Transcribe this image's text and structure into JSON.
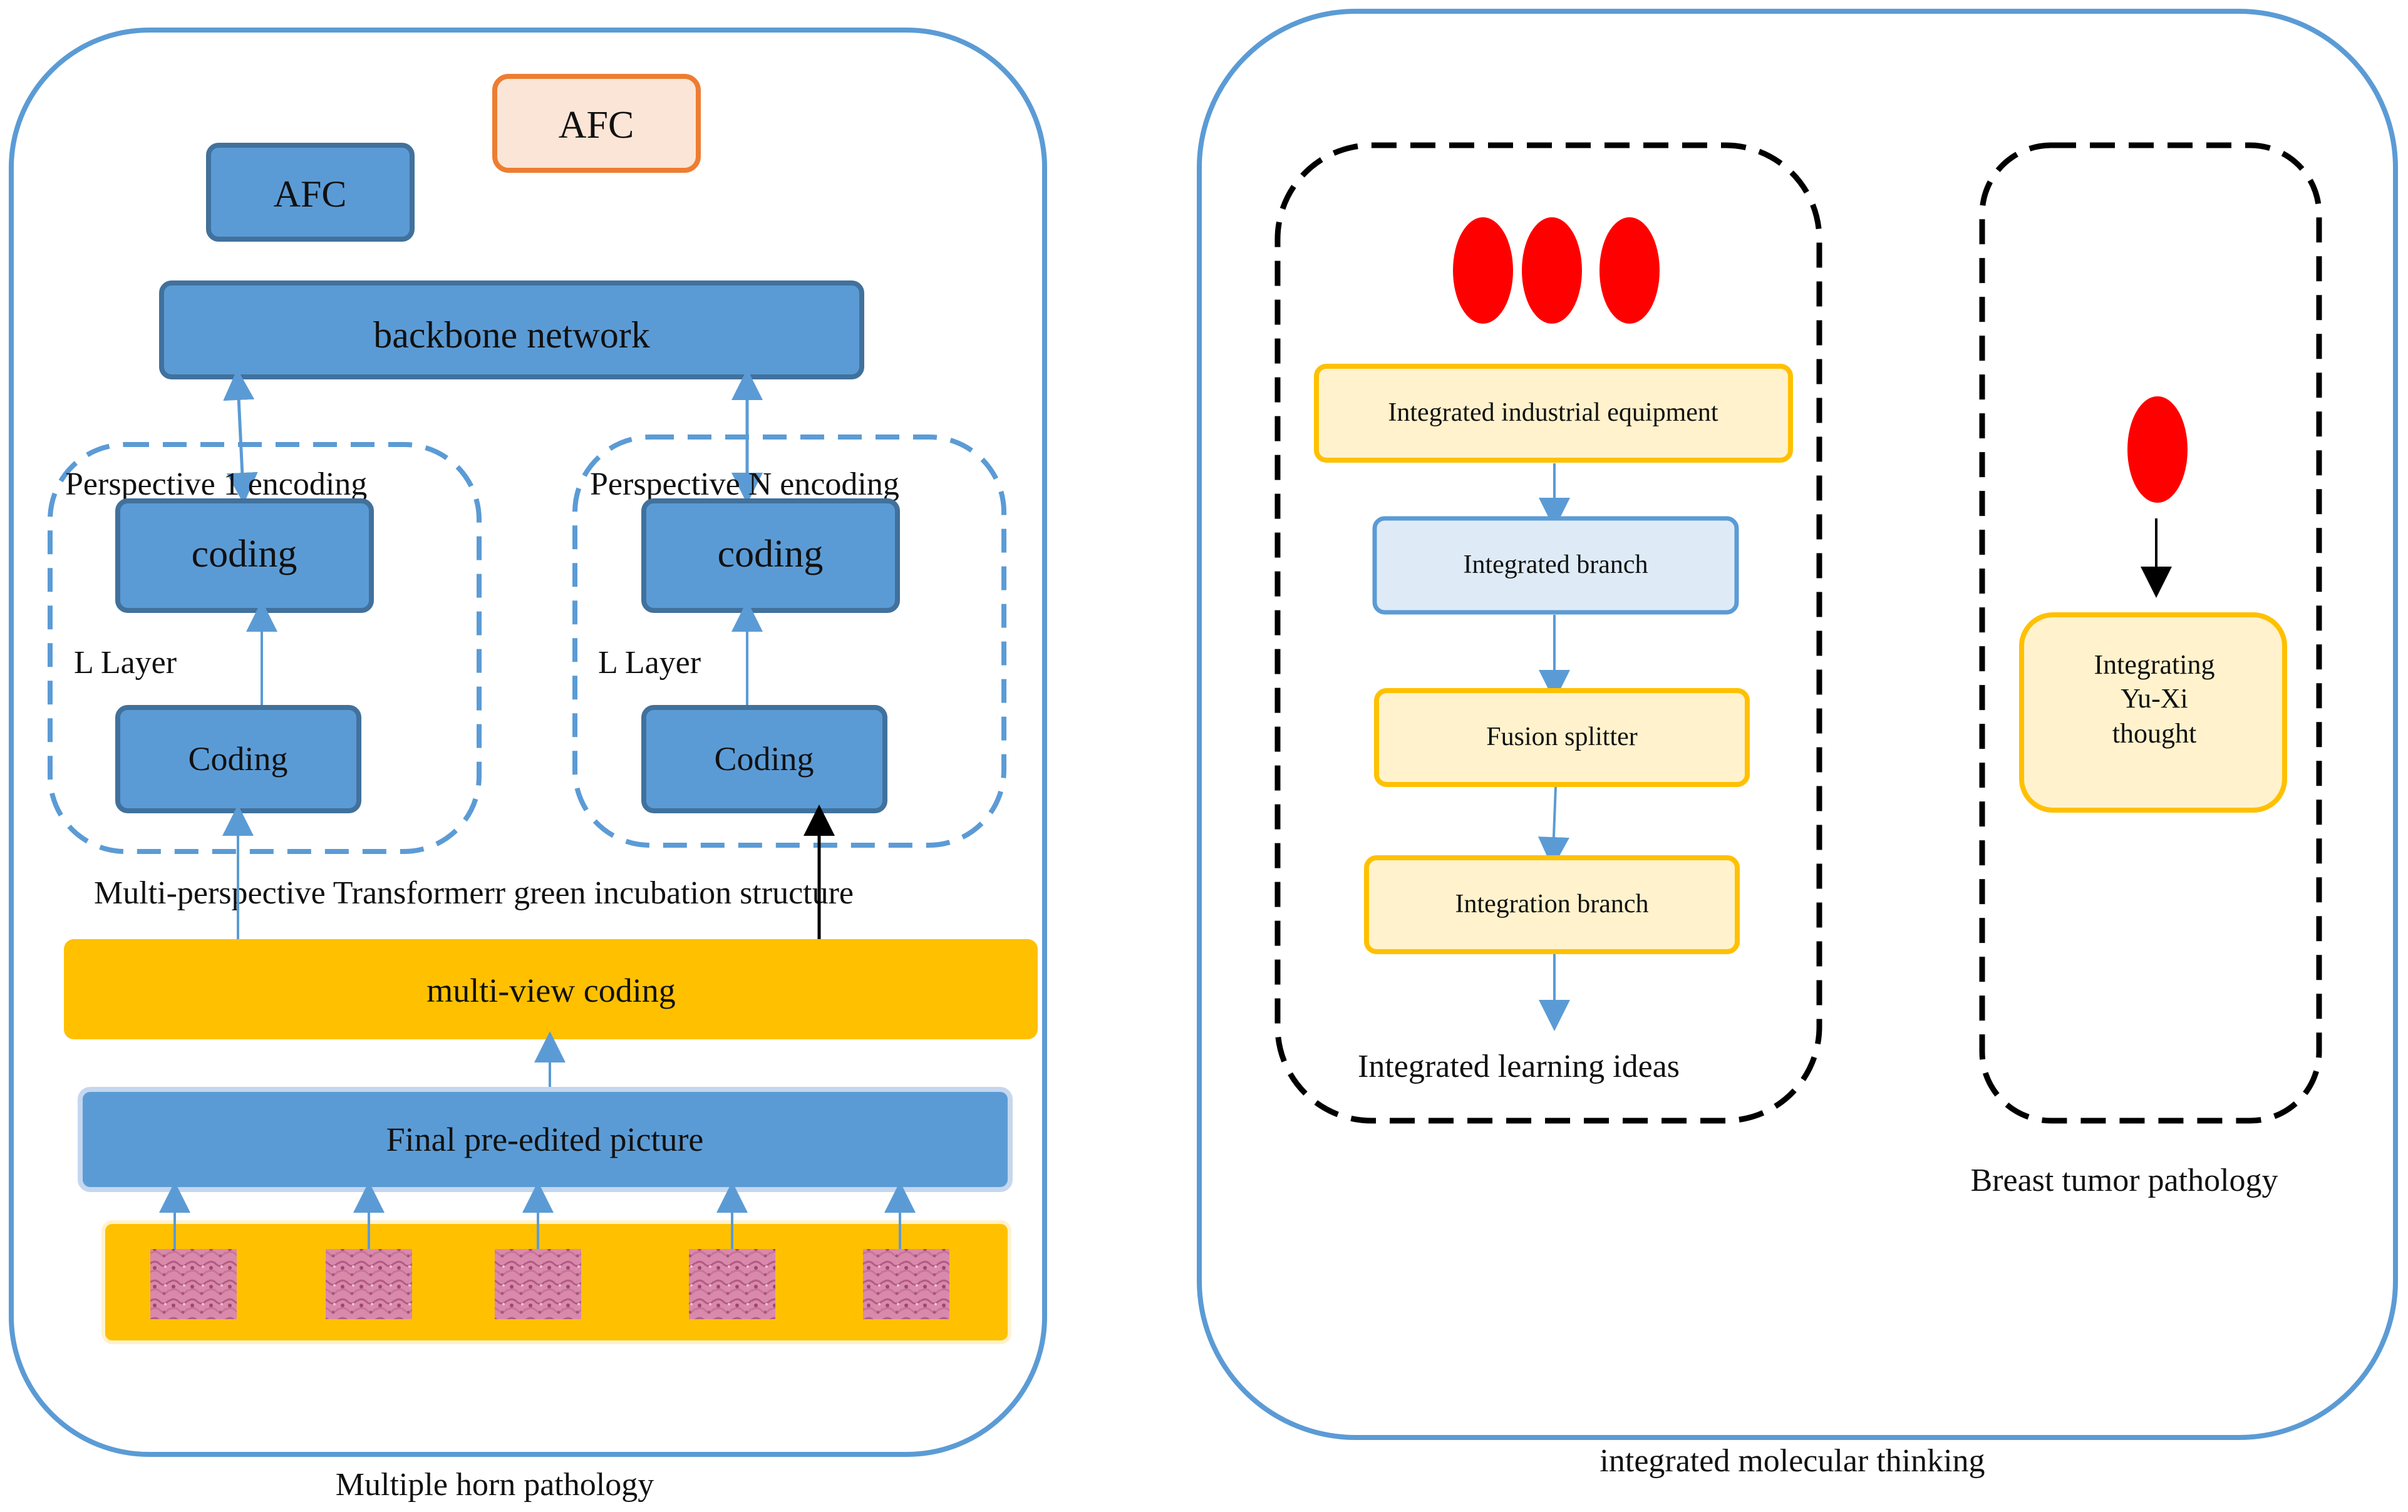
{
  "left_panel": {
    "caption": "Multiple horn pathology",
    "afc_top": "AFC",
    "afc_main": "AFC",
    "backbone": "backbone network",
    "perspective_1": {
      "label": "Perspective 1 encoding",
      "coding_upper": "coding",
      "layer_label": "L Layer",
      "coding_lower": "Coding"
    },
    "perspective_n": {
      "label": "Perspective N encoding",
      "coding_upper": "coding",
      "layer_label": "L Layer",
      "coding_lower": "Coding"
    },
    "structure_label": "Multi-perspective Transformerr green incubation structure",
    "multiview": "multi-view coding",
    "final_picture": "Final pre-edited picture",
    "tiles_count": 5
  },
  "right_panel": {
    "caption": "integrated molecular thinking",
    "learning_group": {
      "caption": "Integrated learning ideas",
      "steps": [
        "Integrated industrial equipment",
        "Integrated branch",
        "Fusion splitter",
        "Integration branch"
      ]
    },
    "tumor_group": {
      "caption": "Breast tumor pathology",
      "box_lines": [
        "Integrating",
        "Yu-Xi",
        "thought"
      ]
    }
  },
  "colors": {
    "panel_border": "#5b9bd5",
    "blue_box": "#5b9bd5",
    "blue_box_border": "#41719c",
    "orange_fill": "#fbe5d6",
    "orange_border": "#ed7d31",
    "gold": "#ffc000",
    "pale_yellow": "#fff2cc",
    "yellow_border": "#ffc000",
    "light_blue": "#deebf7",
    "red": "#ff0000",
    "tile_pink": "#d77fa3"
  }
}
